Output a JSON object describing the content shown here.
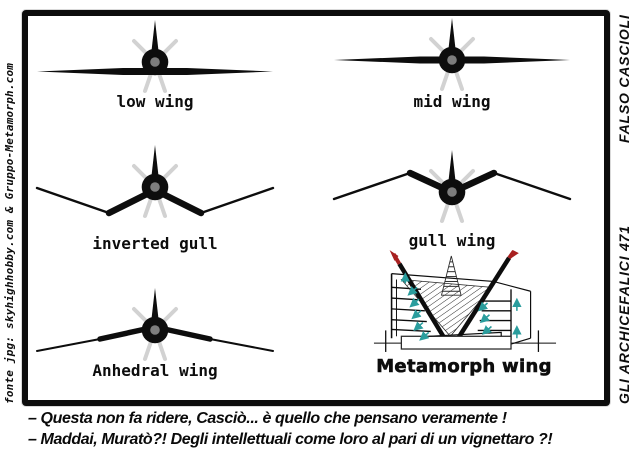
{
  "comic": {
    "credit_left": "fonte jpg: skyhighhobby.com & Gruppo-Metamorph.com",
    "author_signature": "FALSO CASCIOLI",
    "series_title": "GLI ARCHICEFALICI 471",
    "dialogue": [
      "– Questa non fa ridere, Casciò... è quello che pensano veramente !",
      "– Maddai, Muratò?! Degli intellettuali come loro al pari di un vignettaro ?!"
    ]
  },
  "diagrams": [
    {
      "label": "low wing",
      "type": "low"
    },
    {
      "label": "mid wing",
      "type": "mid"
    },
    {
      "label": "inverted gull",
      "type": "invgull"
    },
    {
      "label": "gull wing",
      "type": "gull"
    },
    {
      "label": "Anhedral wing",
      "type": "anhedral"
    },
    {
      "label": "Metamorph wing",
      "type": "metamorph"
    }
  ],
  "icons": {
    "aircraft_front_view": "aircraft-front-view-icon",
    "metamorph_building": "metamorph-building-drawing"
  },
  "colors": {
    "ink": "#0d0d0d",
    "propeller": "#d2d2d2",
    "hub": "#7d7d7d",
    "accent_red": "#a82020",
    "accent_teal": "#2a9d9d",
    "paper": "#ffffff"
  }
}
